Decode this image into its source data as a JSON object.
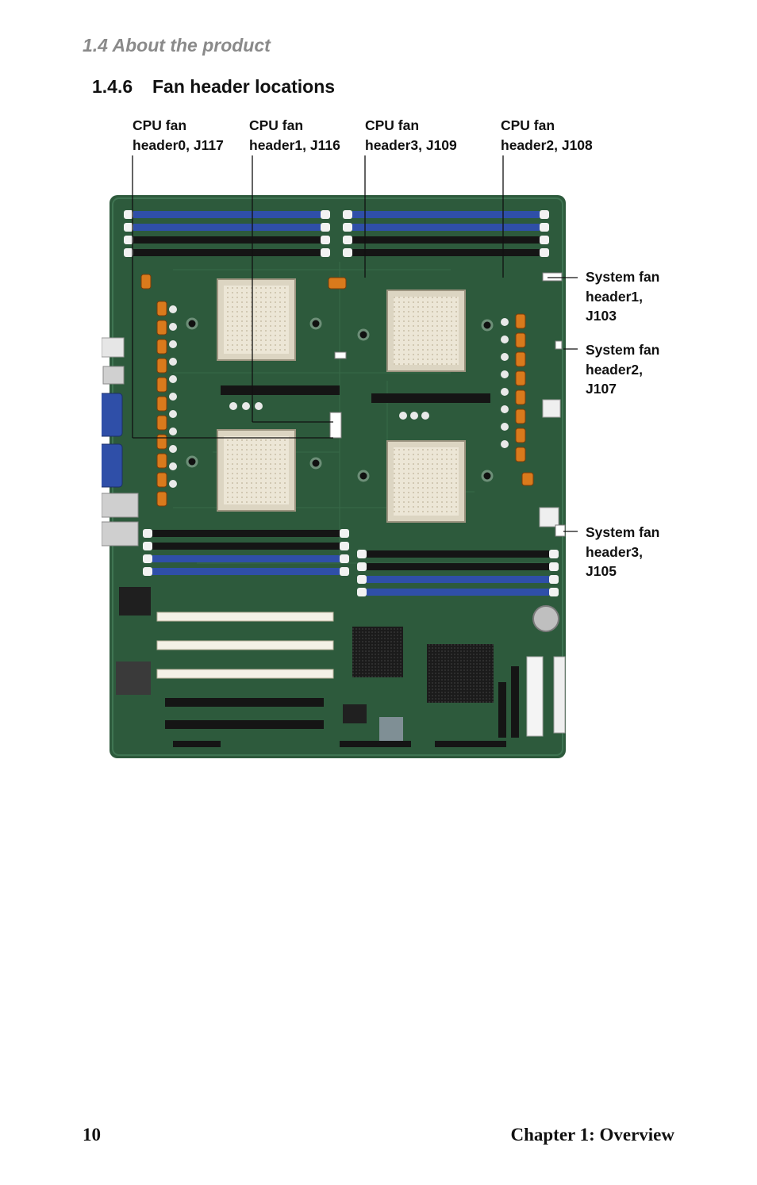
{
  "section_header": "1.4  About the product",
  "heading": {
    "number": "1.4.6",
    "title": "Fan header locations"
  },
  "labels": {
    "cpu0": {
      "line1": "CPU fan",
      "line2": "header0, J117"
    },
    "cpu1": {
      "line1": "CPU fan",
      "line2": "header1, J116"
    },
    "cpu3": {
      "line1": "CPU fan",
      "line2": "header3, J109"
    },
    "cpu2": {
      "line1": "CPU fan",
      "line2": "header2, J108"
    },
    "sys1": {
      "line1": "System fan",
      "line2": "header1,",
      "line3": "J103"
    },
    "sys2": {
      "line1": "System fan",
      "line2": "header2,",
      "line3": "J107"
    },
    "sys3": {
      "line1": "System fan",
      "line2": "header3,",
      "line3": "J105"
    }
  },
  "footer": {
    "page_number": "10",
    "chapter": "Chapter 1: Overview"
  },
  "colors": {
    "pcb": "#2d5a3c",
    "dimm_blue": "#2f4fa8",
    "dimm_black": "#151515",
    "capacitor": "#d97a1c"
  }
}
